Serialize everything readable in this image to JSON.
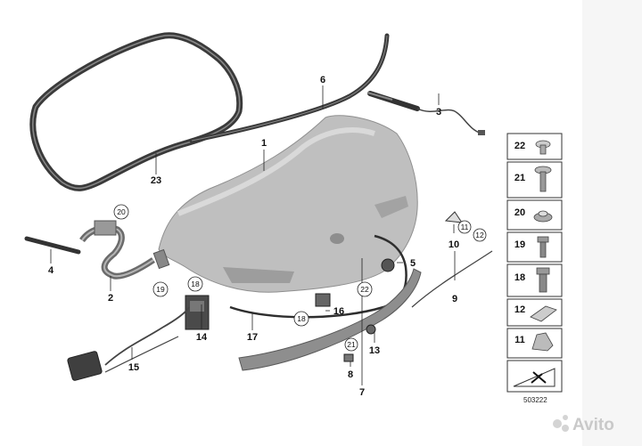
{
  "diagram": {
    "code": "503222",
    "watermark": "Avito",
    "callouts": {
      "c1": "1",
      "c2": "2",
      "c3": "3",
      "c4": "4",
      "c5": "5",
      "c6": "6",
      "c7": "7",
      "c8": "8",
      "c9": "9",
      "c10": "10",
      "c13": "13",
      "c14": "14",
      "c15": "15",
      "c16": "16",
      "c17": "17",
      "c23": "23"
    },
    "circled": {
      "r20": "20",
      "r19": "19",
      "r18a": "18",
      "r18b": "18",
      "r22": "22",
      "r21": "21",
      "r11": "11",
      "r12": "12"
    },
    "side_panel": [
      "22",
      "21",
      "20",
      "19",
      "18",
      "12",
      "11"
    ]
  }
}
